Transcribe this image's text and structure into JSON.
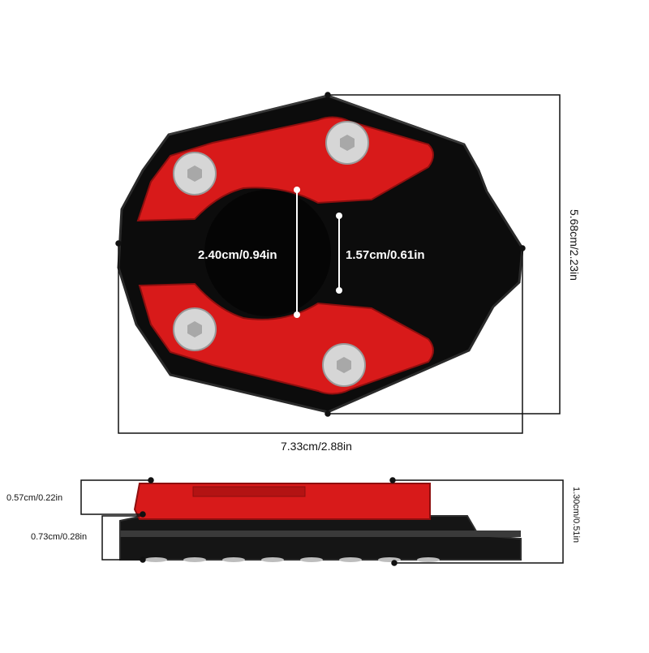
{
  "colors": {
    "accent_red": "#d81a1a",
    "body_black": "#0d0d0d",
    "bolt_silver": "#cfcfcf",
    "dimension_line": "#111111"
  },
  "top_view": {
    "height_label": "5.68cm/2.23in",
    "width_label": "7.33cm/2.88in",
    "inner_large_label": "2.40cm/0.94in",
    "inner_small_label": "1.57cm/0.61in"
  },
  "side_view": {
    "top_plate_label": "0.57cm/0.22in",
    "base_label": "0.73cm/0.28in",
    "total_height_label": "1.30cm/0.51in"
  }
}
